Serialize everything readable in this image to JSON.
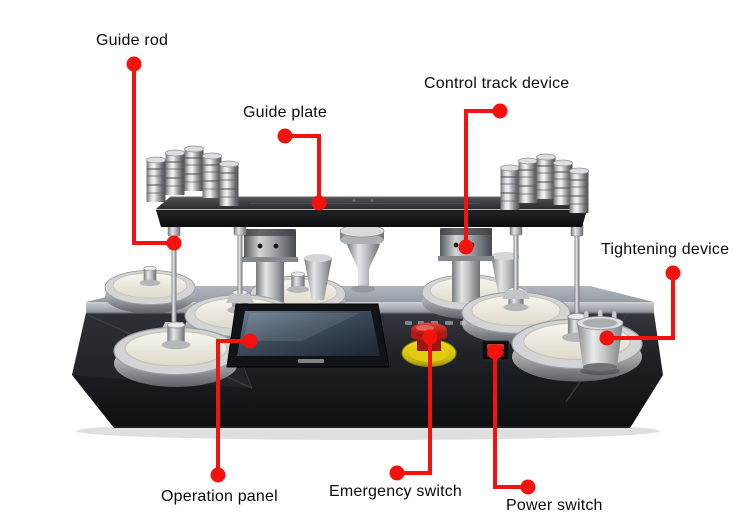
{
  "figure": {
    "kind": "annotated equipment photo",
    "background": "#ffffff"
  },
  "callouts": [
    {
      "id": "guide-rod",
      "label": "Guide rod"
    },
    {
      "id": "guide-plate",
      "label": "Guide plate"
    },
    {
      "id": "control-track-device",
      "label": "Control track device"
    },
    {
      "id": "tightening-device",
      "label": "Tightening device"
    },
    {
      "id": "operation-panel",
      "label": "Operation panel"
    },
    {
      "id": "emergency-switch",
      "label": "Emergency switch"
    },
    {
      "id": "power-switch",
      "label": "Power switch"
    }
  ],
  "colors": {
    "leader_red": "#f3120d",
    "label_text": "#0b0b0b",
    "machine_body_black": "#1b1d20",
    "deck_gray": "#a6abb2",
    "steel_light": "#e3e4e6",
    "felt_white": "#f0ede2",
    "emergency_cap_red": "#c01f1a",
    "emergency_ring_yellow": "#ddca10",
    "power_rocker_red": "#b22218",
    "screen_blue_gray": "#3b4a5a"
  }
}
